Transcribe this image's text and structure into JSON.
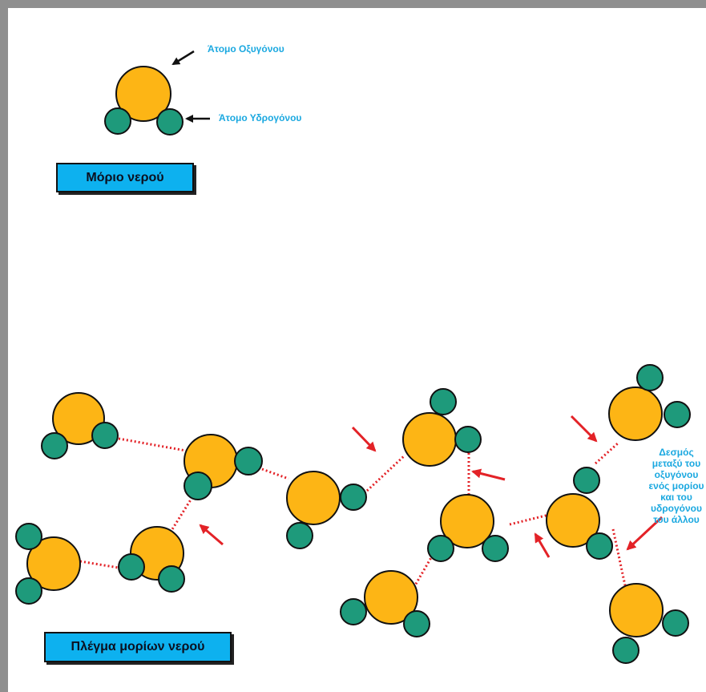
{
  "labels": {
    "oxygen_atom": "Άτομο Οξυγόνου",
    "hydrogen_atom": "Άτομο Υδρογόνου",
    "molecule_title": "Μόριο νερού",
    "lattice_title": "Πλέγμα μορίων νερού",
    "bond_description": "Δεσμός\nμεταξύ του\nοξυγόνου\nενός μορίου\nκαι του\nυδρογόνου\nτου άλλου"
  },
  "colors": {
    "oxygen": "#FDB515",
    "hydrogen": "#1E9A7B",
    "bond": "#E32227",
    "arrow": "#E32227",
    "label_text": "#1AA8E0",
    "title_box": "#0DB1EF"
  }
}
